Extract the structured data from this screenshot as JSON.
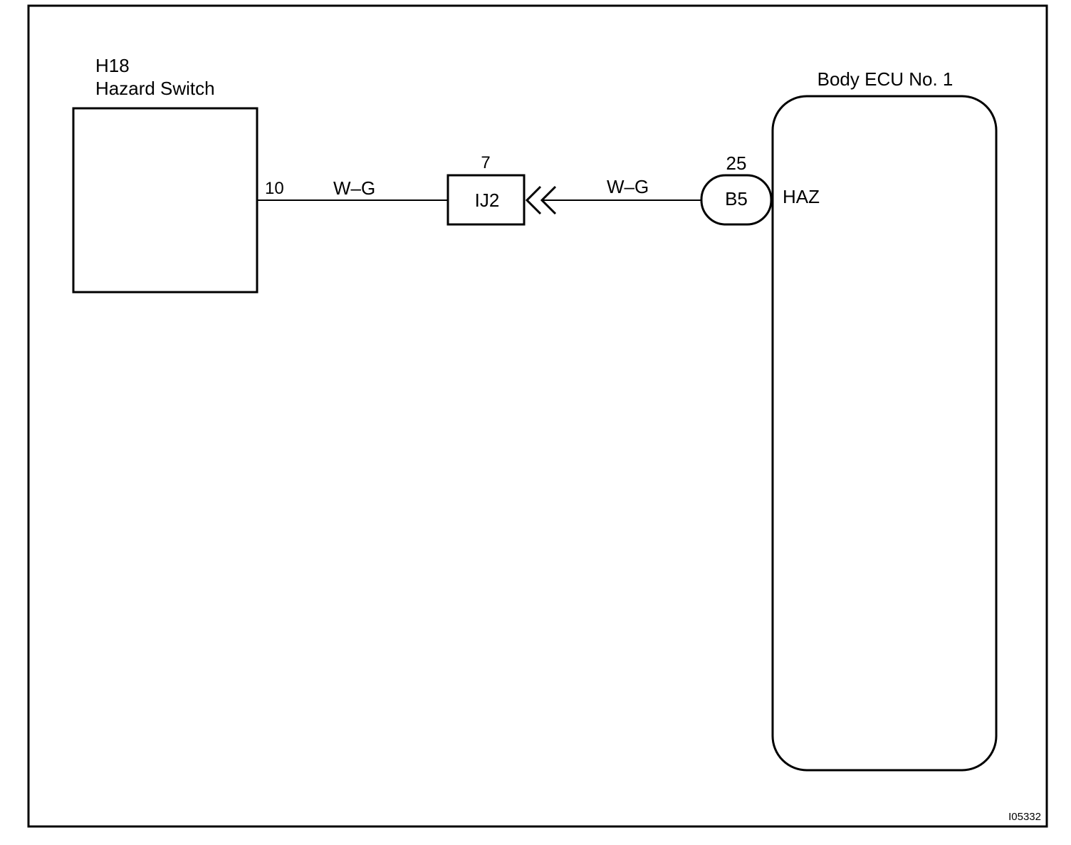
{
  "hazard_switch": {
    "code": "H18",
    "name": "Hazard Switch",
    "pin": "10"
  },
  "wire_left": {
    "color_code": "W–G"
  },
  "junction_connector": {
    "label": "IJ2",
    "pin": "7"
  },
  "wire_right": {
    "color_code": "W–G"
  },
  "ecu_connector": {
    "label": "B5",
    "pin": "25"
  },
  "body_ecu": {
    "name": "Body ECU No. 1",
    "terminal": "HAZ"
  },
  "figure_id": "I05332"
}
